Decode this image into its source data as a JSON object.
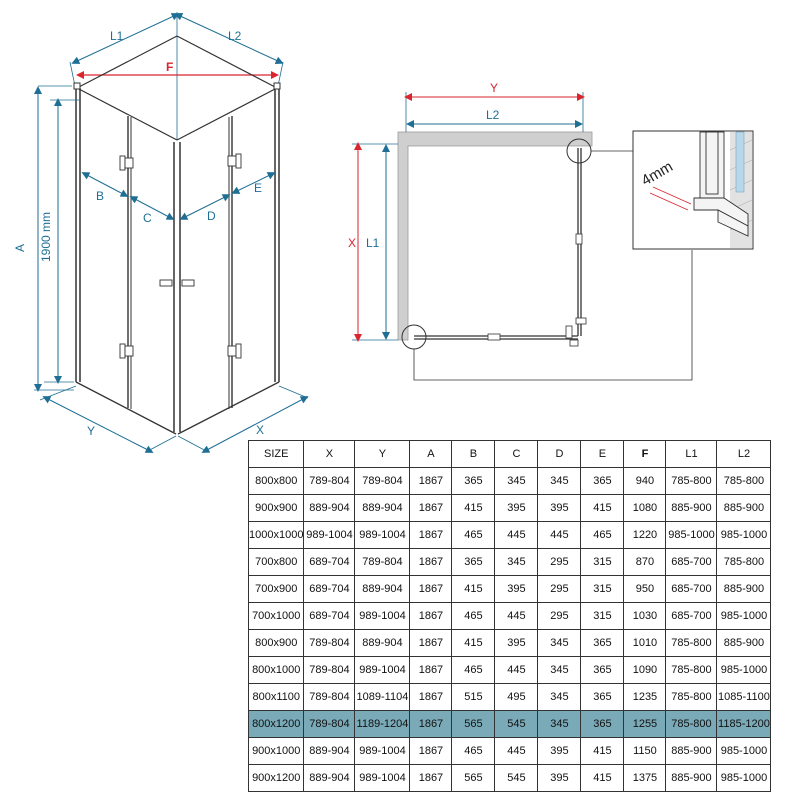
{
  "labels": {
    "l1": "L1",
    "l2": "L2",
    "f": "F",
    "a": "A",
    "height": "1900 mm",
    "b": "B",
    "c": "C",
    "d": "D",
    "e": "E",
    "x": "X",
    "y": "Y",
    "gap": "4mm"
  },
  "colors": {
    "dimension": "#1f6f95",
    "highlight_dimension": "#d9252e",
    "highlight_row": "#7aaab8",
    "frame": "#333333"
  },
  "table": {
    "headers": [
      "SIZE",
      "X",
      "Y",
      "A",
      "B",
      "C",
      "D",
      "E",
      "F",
      "L1",
      "L2"
    ],
    "highlighted_row": 9,
    "rows": [
      [
        "800x800",
        "789-804",
        "789-804",
        "1867",
        "365",
        "345",
        "345",
        "365",
        "940",
        "785-800",
        "785-800"
      ],
      [
        "900x900",
        "889-904",
        "889-904",
        "1867",
        "415",
        "395",
        "395",
        "415",
        "1080",
        "885-900",
        "885-900"
      ],
      [
        "1000x1000",
        "989-1004",
        "989-1004",
        "1867",
        "465",
        "445",
        "445",
        "465",
        "1220",
        "985-1000",
        "985-1000"
      ],
      [
        "700x800",
        "689-704",
        "789-804",
        "1867",
        "365",
        "345",
        "295",
        "315",
        "870",
        "685-700",
        "785-800"
      ],
      [
        "700x900",
        "689-704",
        "889-904",
        "1867",
        "415",
        "395",
        "295",
        "315",
        "950",
        "685-700",
        "885-900"
      ],
      [
        "700x1000",
        "689-704",
        "989-1004",
        "1867",
        "465",
        "445",
        "295",
        "315",
        "1030",
        "685-700",
        "985-1000"
      ],
      [
        "800x900",
        "789-804",
        "889-904",
        "1867",
        "415",
        "395",
        "345",
        "365",
        "1010",
        "785-800",
        "885-900"
      ],
      [
        "800x1000",
        "789-804",
        "989-1004",
        "1867",
        "465",
        "445",
        "345",
        "365",
        "1090",
        "785-800",
        "985-1000"
      ],
      [
        "800x1100",
        "789-804",
        "1089-1104",
        "1867",
        "515",
        "495",
        "345",
        "365",
        "1235",
        "785-800",
        "1085-1100"
      ],
      [
        "800x1200",
        "789-804",
        "1189-1204",
        "1867",
        "565",
        "545",
        "345",
        "365",
        "1255",
        "785-800",
        "1185-1200"
      ],
      [
        "900x1000",
        "889-904",
        "989-1004",
        "1867",
        "465",
        "445",
        "395",
        "415",
        "1150",
        "885-900",
        "985-1000"
      ],
      [
        "900x1200",
        "889-904",
        "989-1004",
        "1867",
        "565",
        "545",
        "395",
        "415",
        "1375",
        "885-900",
        "985-1000"
      ]
    ]
  }
}
